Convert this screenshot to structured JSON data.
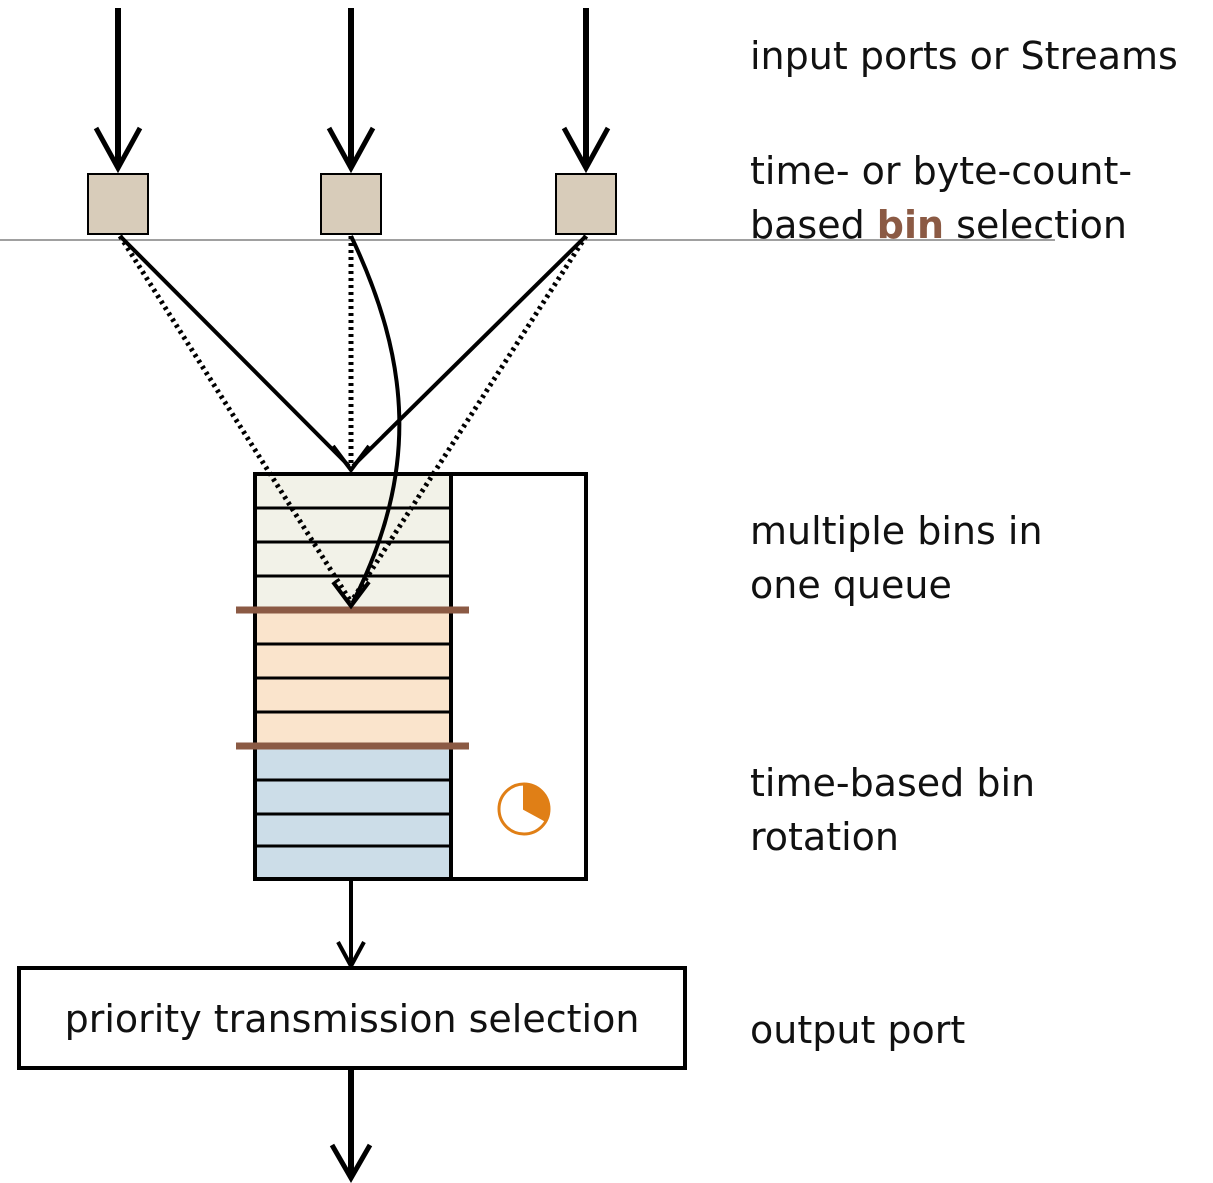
{
  "labels": {
    "input": "input ports or Streams",
    "bin_selection_line1": "time- or byte-count-",
    "bin_selection_line2_pre": "based ",
    "bin_selection_line2_highlight": "bin",
    "bin_selection_line2_post": " selection",
    "multiple_bins_line1": "multiple bins in",
    "multiple_bins_line2": "one queue",
    "rotation_line1": "time-based bin",
    "rotation_line2": "rotation",
    "output": "output port"
  },
  "priority_box": {
    "label": "priority transmission selection"
  },
  "colors": {
    "selector_fill": "#d8ccba",
    "bin1_fill": "#f2f2e8",
    "bin2_fill": "#fae4cc",
    "bin3_fill": "#ccdde8",
    "bin_separator": "#8b5a44",
    "highlight_text": "#8b5a44",
    "clock": "#e07f16"
  }
}
